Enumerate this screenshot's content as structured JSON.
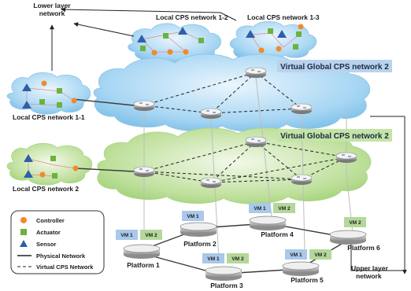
{
  "labels": {
    "lower_layer": [
      "Lower layer",
      "network"
    ],
    "upper_layer": [
      "Upper layer",
      "network"
    ],
    "local_1_1": "Local CPS network 1-1",
    "local_1_2": "Local CPS network 1-2",
    "local_1_3": "Local CPS network 1-3",
    "local_2": "Local CPS network 2",
    "vg_top": "Virtual Global CPS network 2",
    "vg_bottom": "Virtual Global CPS network 2"
  },
  "platforms": [
    {
      "name": "Platform 1",
      "vms": [
        "VM 1",
        "VM 2"
      ]
    },
    {
      "name": "Platform 2",
      "vms": [
        "VM 1"
      ]
    },
    {
      "name": "Platform 3",
      "vms": [
        "VM 1",
        "VM 2"
      ]
    },
    {
      "name": "Platform 4",
      "vms": [
        "VM 1",
        "VM 2"
      ]
    },
    {
      "name": "Platform 5",
      "vms": [
        "VM 1",
        "VM 2"
      ]
    },
    {
      "name": "Platform 6",
      "vms": [
        "VM 2"
      ]
    }
  ],
  "legend": [
    {
      "name": "Controller",
      "icon": "orange-circle"
    },
    {
      "name": "Actuator",
      "icon": "green-square"
    },
    {
      "name": "Sensor",
      "icon": "blue-triangle"
    },
    {
      "name": "Physical Network",
      "icon": "solid-line"
    },
    {
      "name": "Virtual CPS Network",
      "icon": "dashed-line"
    }
  ],
  "colors": {
    "cloud_blue": "#9fd0f0",
    "cloud_green": "#b8dd92",
    "controller": "#ef8a2e",
    "actuator": "#6bb33d",
    "sensor": "#2e5fa8",
    "vm_blue": "#a9c8ea",
    "vm_green": "#b3d89a",
    "title_box": "#b9d3ef",
    "title_box_green": "#c4e3a6"
  }
}
